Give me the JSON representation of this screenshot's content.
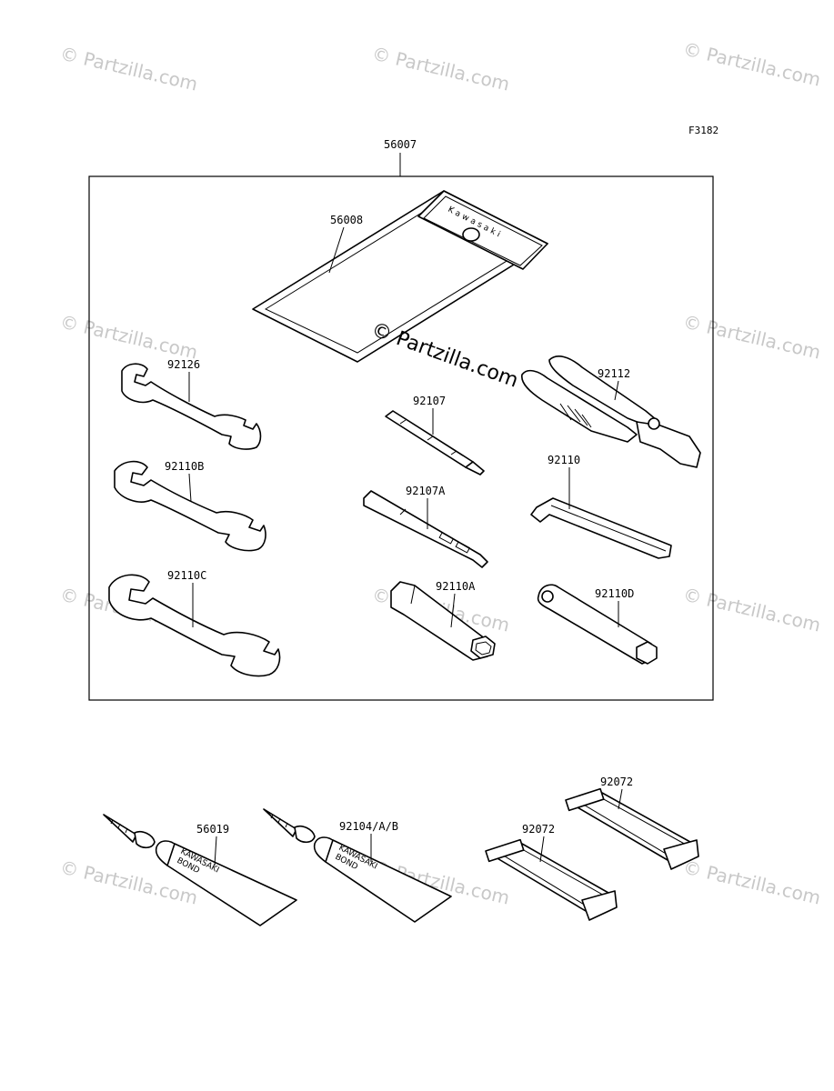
{
  "figure_code": "F3182",
  "labels": {
    "kit": "56007",
    "case": "56008",
    "wrench_a": "92126",
    "wrench_b": "92110B",
    "wrench_c": "92110C",
    "screwdriver_bit": "92107",
    "screwdriver_handle": "92107A",
    "plug_wrench": "92110A",
    "pliers": "92112",
    "hex_key": "92110",
    "socket_tube": "92110D",
    "bond_tube_1": "56019",
    "bond_tube_2": "92104/A/B",
    "strap_upper": "92072",
    "strap_lower": "92072"
  },
  "printed_text": {
    "case_brand": "Kawasaki",
    "tube1_line1": "KAWASAKI",
    "tube1_line2": "BOND",
    "tube2_line1": "KAWASAKI",
    "tube2_line2": "BOND"
  },
  "watermark": {
    "text": "© Partzilla.com",
    "center_text": "© Partzilla.com"
  }
}
